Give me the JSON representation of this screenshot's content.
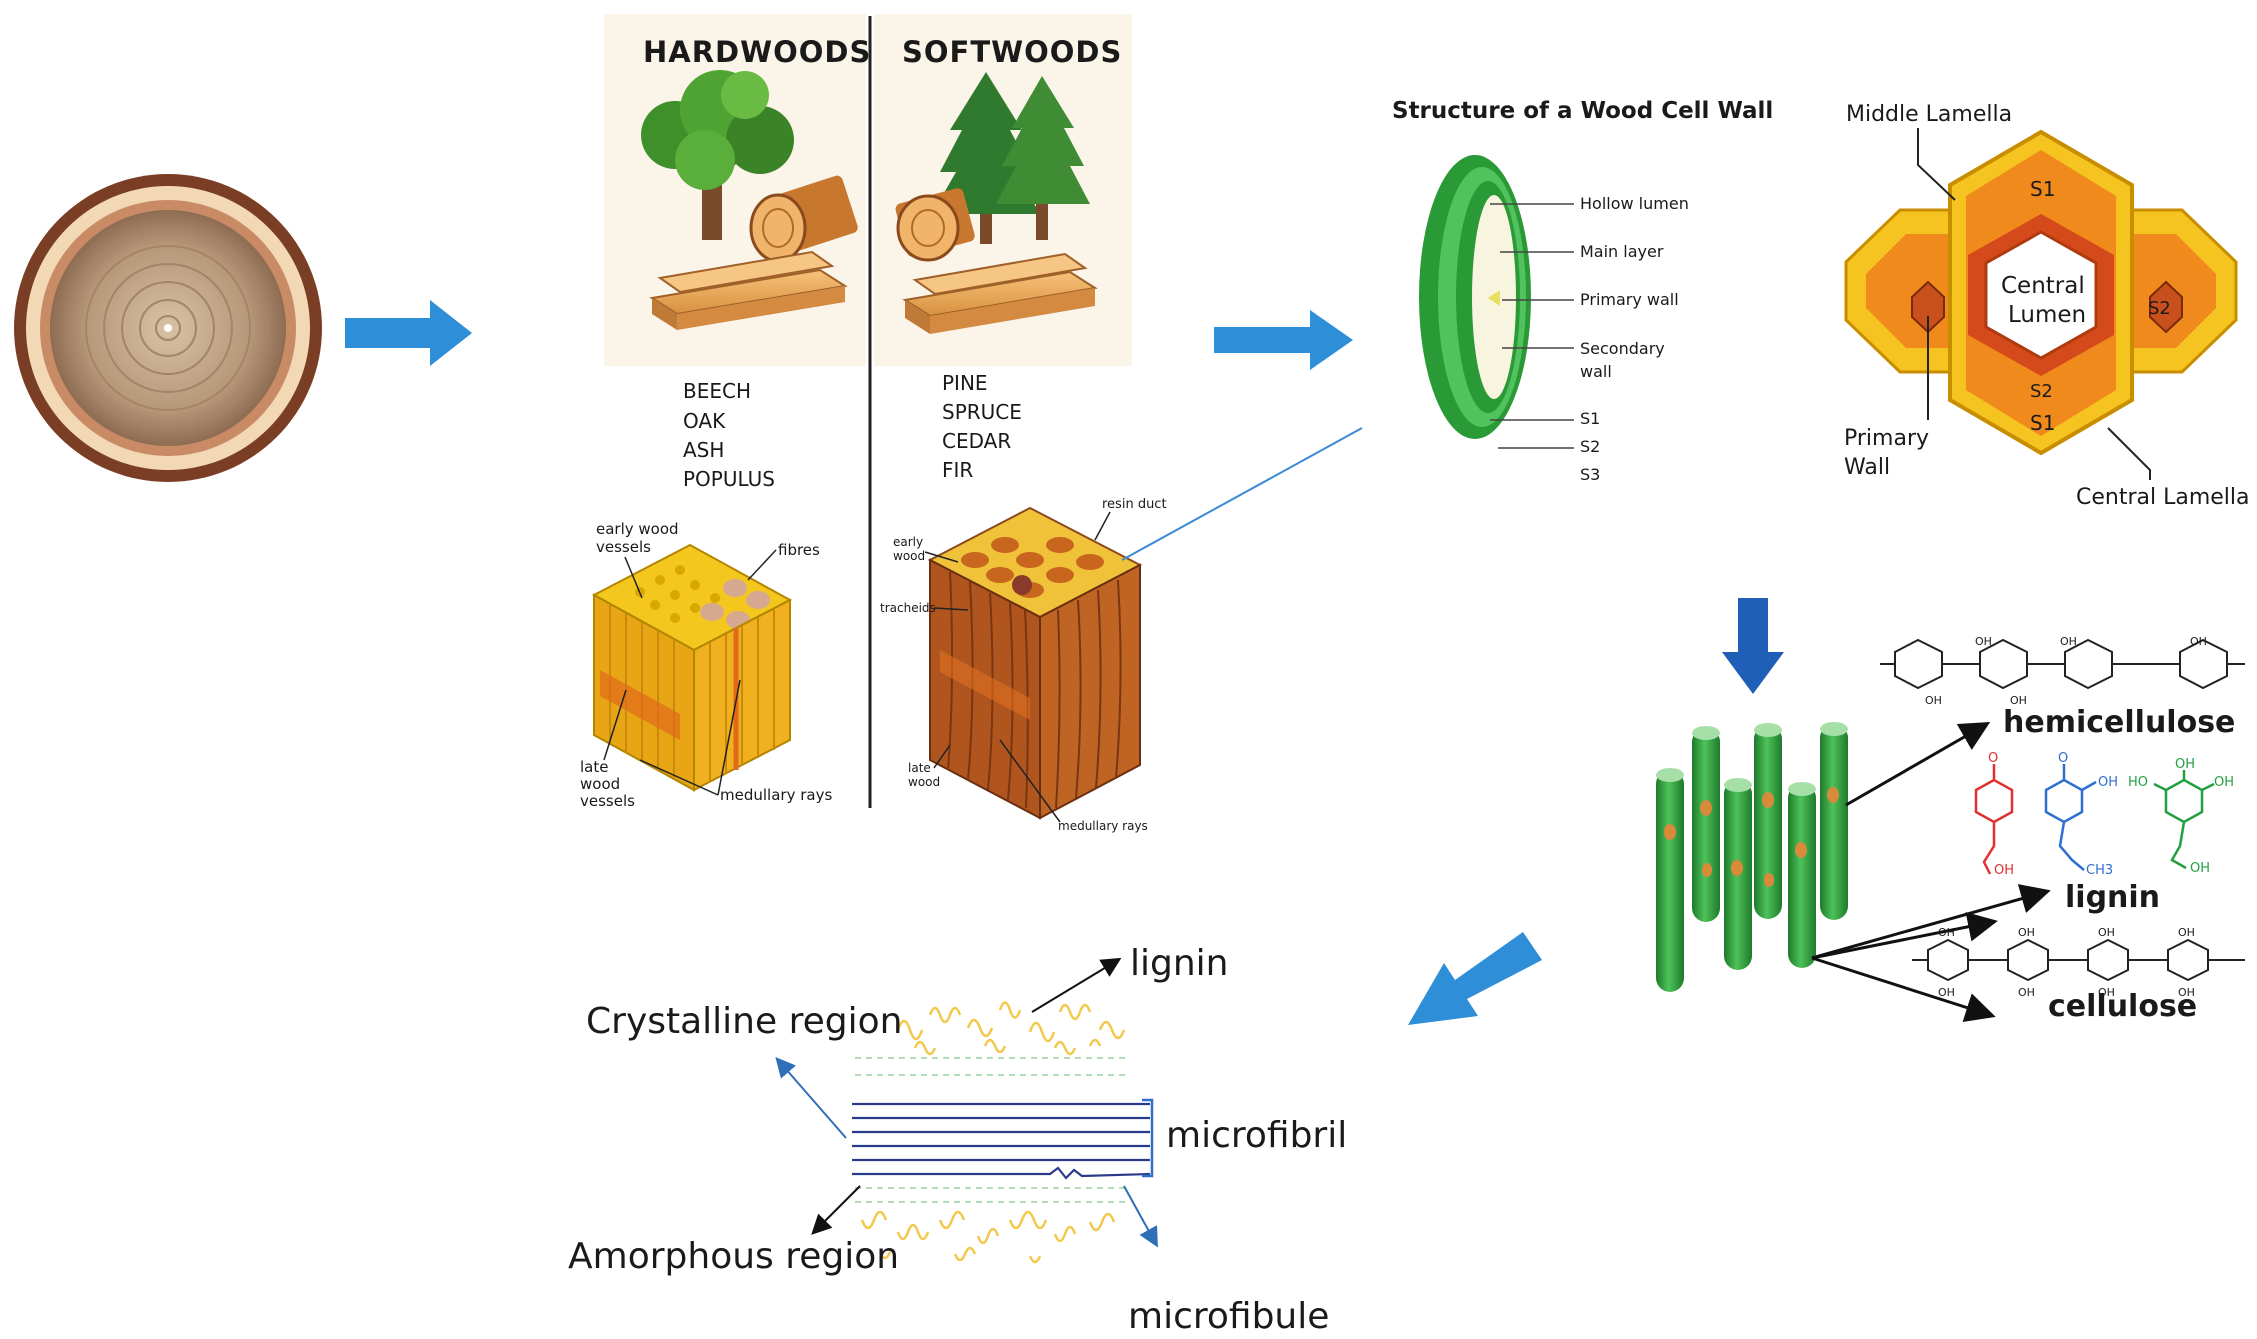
{
  "wood_types": {
    "hardwoods": {
      "title": "HARDWOODS",
      "species": [
        "BEECH",
        "OAK",
        "ASH",
        "POPULUS"
      ],
      "block_labels": {
        "early_wood_vessels": [
          "early wood",
          "vessels"
        ],
        "fibres": "fibres",
        "late_wood_vessels": [
          "late",
          "wood",
          "vessels"
        ],
        "medullary_rays": "medullary rays"
      }
    },
    "softwoods": {
      "title": "SOFTWOODS",
      "species": [
        "PINE",
        "SPRUCE",
        "CEDAR",
        "FIR"
      ],
      "block_labels": {
        "resin_duct": "resin duct",
        "early_wood": [
          "early",
          "wood"
        ],
        "tracheids": "tracheids",
        "late_wood": [
          "late",
          "wood"
        ],
        "medullary_rays": "medullary rays"
      }
    }
  },
  "cell_wall_structure": {
    "title": "Structure of a Wood Cell Wall",
    "labels": [
      "Hollow lumen",
      "Main layer",
      "Primary wall",
      "Secondary",
      "wall",
      "S1",
      "S2",
      "S3"
    ]
  },
  "hexagon_diagram": {
    "middle_lamella": "Middle Lamella",
    "central_lumen": [
      "Central",
      "Lumen"
    ],
    "s1_top": "S1",
    "s2_right": "S2",
    "s2_bottom": "S2",
    "s1_bottom": "S1",
    "primary_wall": [
      "Primary",
      "Wall"
    ],
    "central_lamella": "Central Lamella"
  },
  "polymers": {
    "hemicellulose": "hemicellulose",
    "lignin": "lignin",
    "cellulose": "cellulose",
    "chem_labels": {
      "oh": "OH",
      "ho": "HO",
      "o": "O",
      "ch3": "CH3"
    }
  },
  "microfibril_diagram": {
    "lignin": "lignin",
    "crystalline_region": "Crystalline region",
    "microfibril": "microfibril",
    "amorphous_region": "Amorphous region",
    "microfibule": "microfibule"
  },
  "colors": {
    "arrow_blue": "#2f8ed8",
    "arrow_dark_blue": "#1f5fb8",
    "cell_green": "#2e9e3a",
    "hex_yellow": "#f5c420",
    "hex_orange": "#f08a1c",
    "hex_red": "#d44a1a",
    "wood_brown": "#8a4a2a",
    "lignin_yellow": "#f2c94c",
    "red_mono": "#e03030",
    "blue_mono": "#2f6fd0",
    "green_mono": "#22a040"
  }
}
